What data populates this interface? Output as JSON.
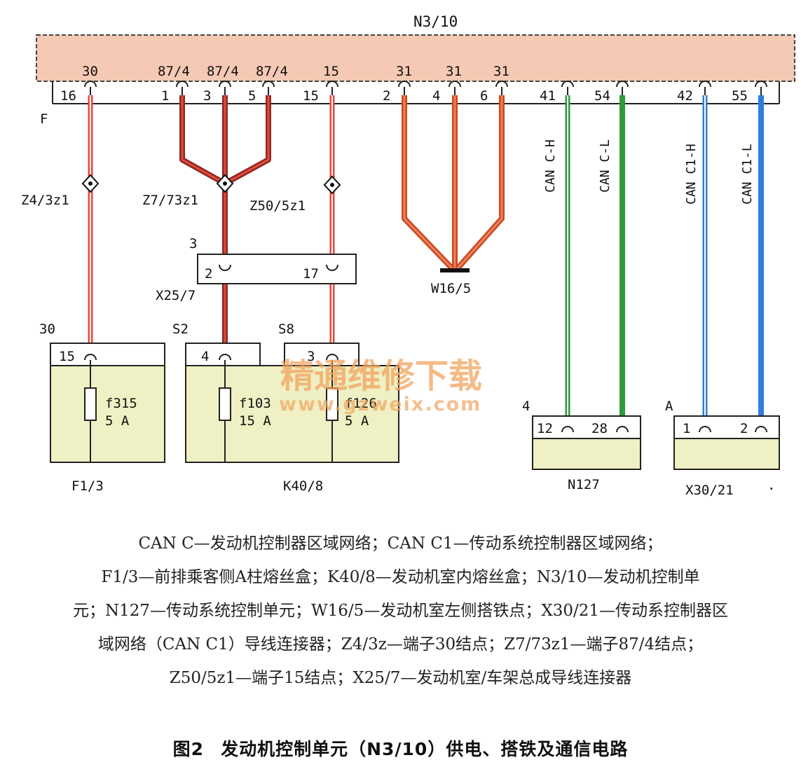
{
  "ecu": {
    "name": "N3/10",
    "connector": "F",
    "pins": [
      {
        "terminal": "30",
        "pin": "16"
      },
      {
        "terminal": "87/4",
        "pin": "1"
      },
      {
        "terminal": "87/4",
        "pin": "3"
      },
      {
        "terminal": "87/4",
        "pin": "5"
      },
      {
        "terminal": "15",
        "pin": "15"
      },
      {
        "terminal": "31",
        "pin": "2"
      },
      {
        "terminal": "31",
        "pin": "4"
      },
      {
        "terminal": "31",
        "pin": "6"
      },
      {
        "terminal": "",
        "pin": "41"
      },
      {
        "terminal": "",
        "pin": "54"
      },
      {
        "terminal": "",
        "pin": "42"
      },
      {
        "terminal": "",
        "pin": "55"
      }
    ]
  },
  "nodes": {
    "z4": "Z4/3z1",
    "z7": "Z7/73z1",
    "z50": "Z50/5z1"
  },
  "x25": {
    "name": "X25/7",
    "num": "3",
    "pin_a": "2",
    "pin_b": "17"
  },
  "ground": "W16/5",
  "can_labels": [
    "CAN C-H",
    "CAN C-L",
    "CAN C1-H",
    "CAN C1-L"
  ],
  "f1": {
    "name": "F1/3",
    "terminal": "30",
    "pin": "15",
    "fuse": "f315",
    "amp": "5 A"
  },
  "k40": {
    "name": "K40/8",
    "term_s2": "S2",
    "term_s8": "S8",
    "pin_a": "4",
    "pin_b": "3",
    "fuse_a": "f103",
    "amp_a": "15 A",
    "fuse_b": "f126",
    "amp_b": "5 A"
  },
  "n127": {
    "name": "N127",
    "num": "4",
    "pin_a": "12",
    "pin_b": "28"
  },
  "x30": {
    "name": "X30/21",
    "num": "A",
    "pin_a": "1",
    "pin_b": "2",
    "dot": "·"
  },
  "watermark": {
    "cn": "精通维修下载",
    "url": "www.gzweix.com"
  },
  "caption": [
    "CAN C—发动机控制器区域网络；CAN C1—传动系统控制器区域网络；",
    "F1/3—前排乘客侧A柱熔丝盒；K40/8—发动机室内熔丝盒；N3/10—发动机控制单",
    "元；N127—传动系统控制单元；W16/5—发动机室左侧搭铁点；X30/21—传动系控制器区",
    "域网络（CAN C1）导线连接器；Z4/3z—端子30结点；Z7/73z1—端子87/4结点；",
    "Z50/5z1—端子15结点；X25/7—发动机室/车架总成导线连接器"
  ],
  "figure": {
    "number": "图2",
    "title": "发动机控制单元（N3/10）供电、搭铁及通信电路"
  },
  "colors": {
    "ecu_fill": "#f5c9b4",
    "box_fill": "#eff0c3",
    "red_wire": "#e8483c",
    "black_red_wire": "#8a2a22",
    "ground_wire": "#e05a30",
    "green_wire": "#2e9a3c",
    "blue_wire": "#2f7fd6"
  }
}
